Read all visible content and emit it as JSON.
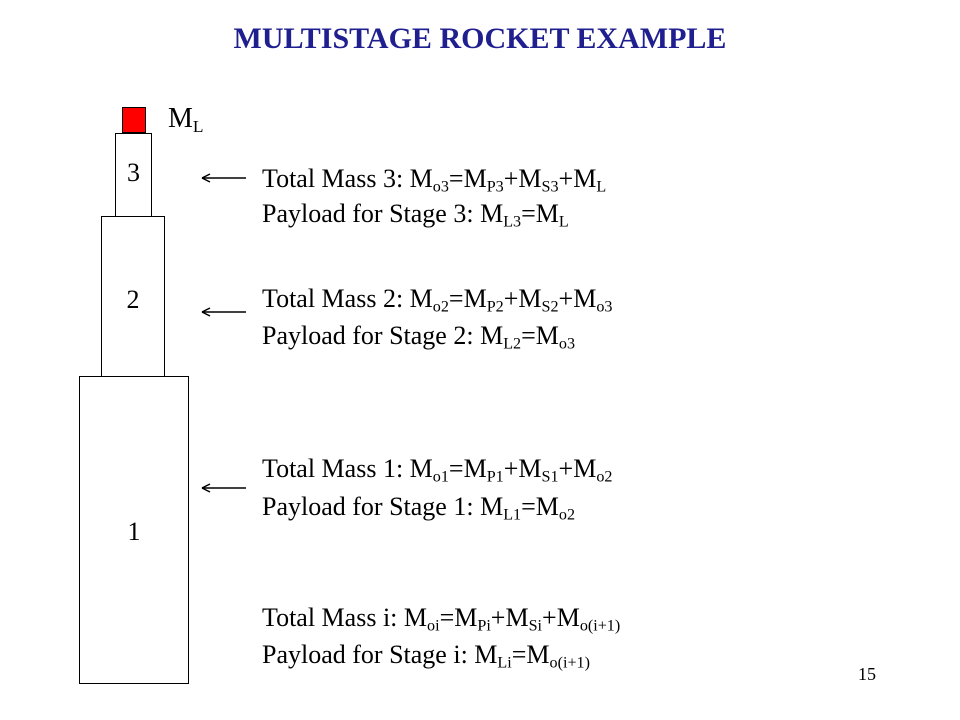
{
  "title": "MULTISTAGE ROCKET EXAMPLE",
  "payload_label": {
    "main": "M",
    "sub": "L"
  },
  "stages": [
    {
      "label": "3"
    },
    {
      "label": "2"
    },
    {
      "label": "1"
    }
  ],
  "equations": {
    "stage3": {
      "total_prefix": "Total Mass 3: ",
      "payload_prefix": "Payload for Stage 3: "
    },
    "stage2": {
      "total_prefix": "Total Mass 2: ",
      "payload_prefix": "Payload for Stage 2: "
    },
    "stage1": {
      "total_prefix": "Total Mass 1: ",
      "payload_prefix": "Payload for Stage 1: "
    },
    "stagei": {
      "total_prefix": "Total Mass i: ",
      "payload_prefix": "Payload for Stage i: "
    }
  },
  "symbols": {
    "M": "M",
    "eq": "=",
    "plus": "+",
    "o3": "o3",
    "P3": "P3",
    "S3": "S3",
    "L": "L",
    "L3": "L3",
    "o2": "o2",
    "P2": "P2",
    "S2": "S2",
    "L2": "L2",
    "o1": "o1",
    "P1": "P1",
    "S1": "S1",
    "L1": "L1",
    "oi": "oi",
    "Pi": "Pi",
    "Si": "Si",
    "oip1": "o(i+1)",
    "Li": "Li"
  },
  "page_number": "15",
  "colors": {
    "title": "#1f1f8f",
    "payload": "#ff0000",
    "line": "#000000"
  }
}
